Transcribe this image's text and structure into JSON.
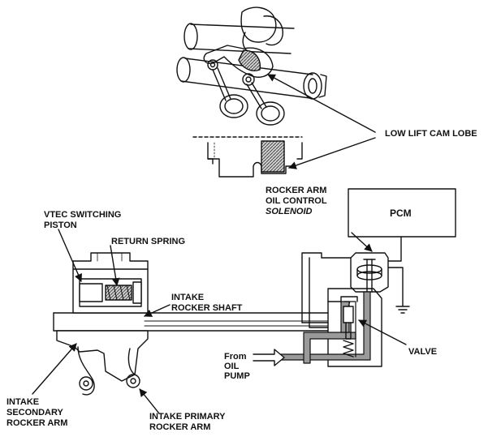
{
  "colors": {
    "ink": "#111111",
    "oil_fill": "#9a9a9a",
    "cam_lobe_fill": "#555555",
    "background": "#ffffff"
  },
  "labels": {
    "low_lift_cam_lobe": "LOW LIFT CAM LOBE",
    "rocker_arm_line1": "ROCKER ARM",
    "rocker_arm_line2": "OIL CONTROL",
    "rocker_arm_line3": "SOLENOID",
    "pcm": "PCM",
    "vtec_line1": "VTEC SWITCHING",
    "vtec_line2": "PISTON",
    "return_spring": "RETURN SPRING",
    "intake_rocker_line1": "INTAKE",
    "intake_rocker_line2": "ROCKER SHAFT",
    "valve": "VALVE",
    "from_line1": "From",
    "from_line2": "OIL",
    "from_line3": "PUMP",
    "secondary_line1": "INTAKE",
    "secondary_line2": "SECONDARY",
    "secondary_line3": "ROCKER ARM",
    "primary_line1": "INTAKE PRIMARY",
    "primary_line2": "ROCKER ARM"
  }
}
